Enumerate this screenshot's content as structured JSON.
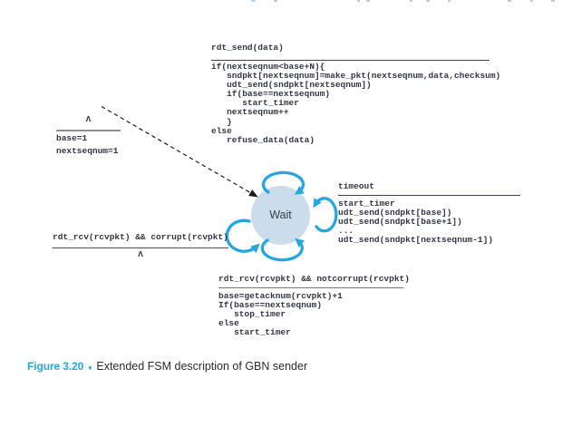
{
  "figure": {
    "caption_label": "Figure 3.20",
    "caption_diamond": "♦",
    "caption_text": "Extended FSM description of GBN sender"
  },
  "state": {
    "label": "Wait"
  },
  "transitions": {
    "init": {
      "event": "Λ",
      "actions": "base=1\nnextseqnum=1"
    },
    "send": {
      "event": "rdt_send(data)",
      "actions": "if(nextseqnum<base+N){\n   sndpkt[nextseqnum]=make_pkt(nextseqnum,data,checksum)\n   udt_send(sndpkt[nextseqnum])\n   if(base==nextseqnum)\n      start_timer\n   nextseqnum++\n   }\nelse\n   refuse_data(data)"
    },
    "timeout": {
      "event": "timeout",
      "actions": "start_timer\nudt_send(sndpkt[base])\nudt_send(sndpkt[base+1])\n...\nudt_send(sndpkt[nextseqnum-1])"
    },
    "corrupt": {
      "event": "rdt_rcv(rcvpkt) && corrupt(rcvpkt)",
      "actions": "Λ"
    },
    "ack": {
      "event": "rdt_rcv(rcvpkt) && notcorrupt(rcvpkt)",
      "actions": "base=getacknum(rcvpkt)+1\nIf(base==nextseqnum)\n   stop_timer\nelse\n   start_timer"
    }
  },
  "colors": {
    "loop_arrow": "#25a6de",
    "state_fill": "#cbdcea",
    "caption_accent": "#27a5de",
    "code_text": "#333646"
  }
}
